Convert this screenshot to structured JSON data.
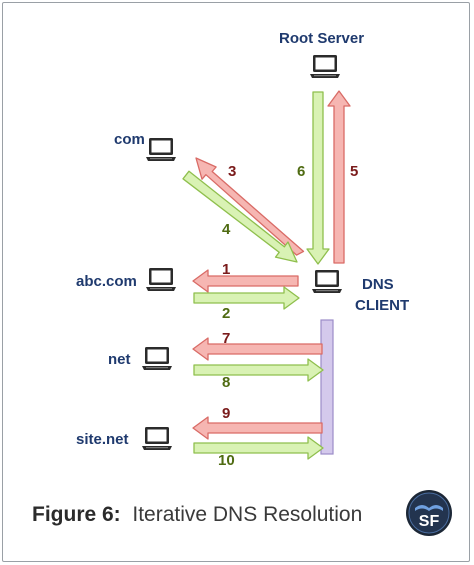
{
  "nodes": {
    "root": "Root Server",
    "com": "com",
    "abc": "abc.com",
    "net": "net",
    "site": "site.net",
    "dns_line1": "DNS",
    "dns_line2": "CLIENT"
  },
  "steps": [
    "1",
    "2",
    "3",
    "4",
    "5",
    "6",
    "7",
    "8",
    "9",
    "10"
  ],
  "caption": {
    "figure": "Figure 6:",
    "title": "Iterative DNS Resolution"
  },
  "logo_text": "SF",
  "colors": {
    "query_fill": "#f6b6b2",
    "query_stroke": "#d96b66",
    "response_fill": "#d9f2b4",
    "response_stroke": "#8fbf4d",
    "bar_fill": "#d4c9ec",
    "bar_stroke": "#9b8cc8",
    "label": "#1f3a6e"
  },
  "icons": {
    "computer": "laptop-icon",
    "logo": "sf-logo-icon"
  }
}
